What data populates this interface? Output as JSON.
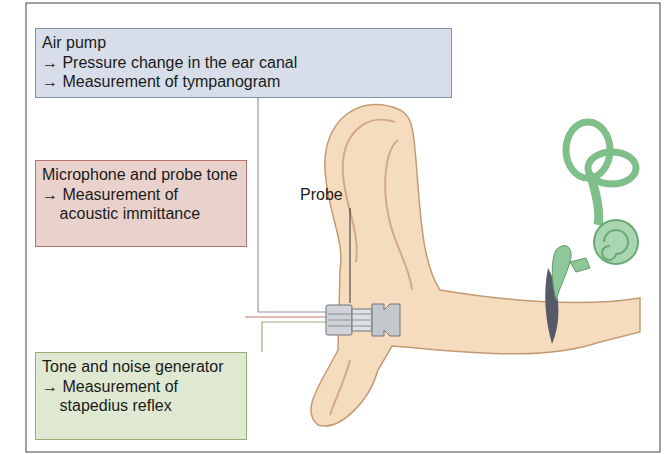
{
  "diagram": {
    "nodes": [
      {
        "text": [
          "Air pump",
          "→ Pressure change in the ear canal",
          "→ Measurement of tympanogram"
        ]
      },
      {
        "text": [
          "Microphone and probe tone",
          "→ Measurement of acoustic immittance"
        ]
      },
      {
        "text": [
          "Tone and noise generator",
          "→ Measurement of stapedius reflex"
        ]
      }
    ],
    "edges": [],
    "labels": [
      "Probe"
    ]
  }
}
